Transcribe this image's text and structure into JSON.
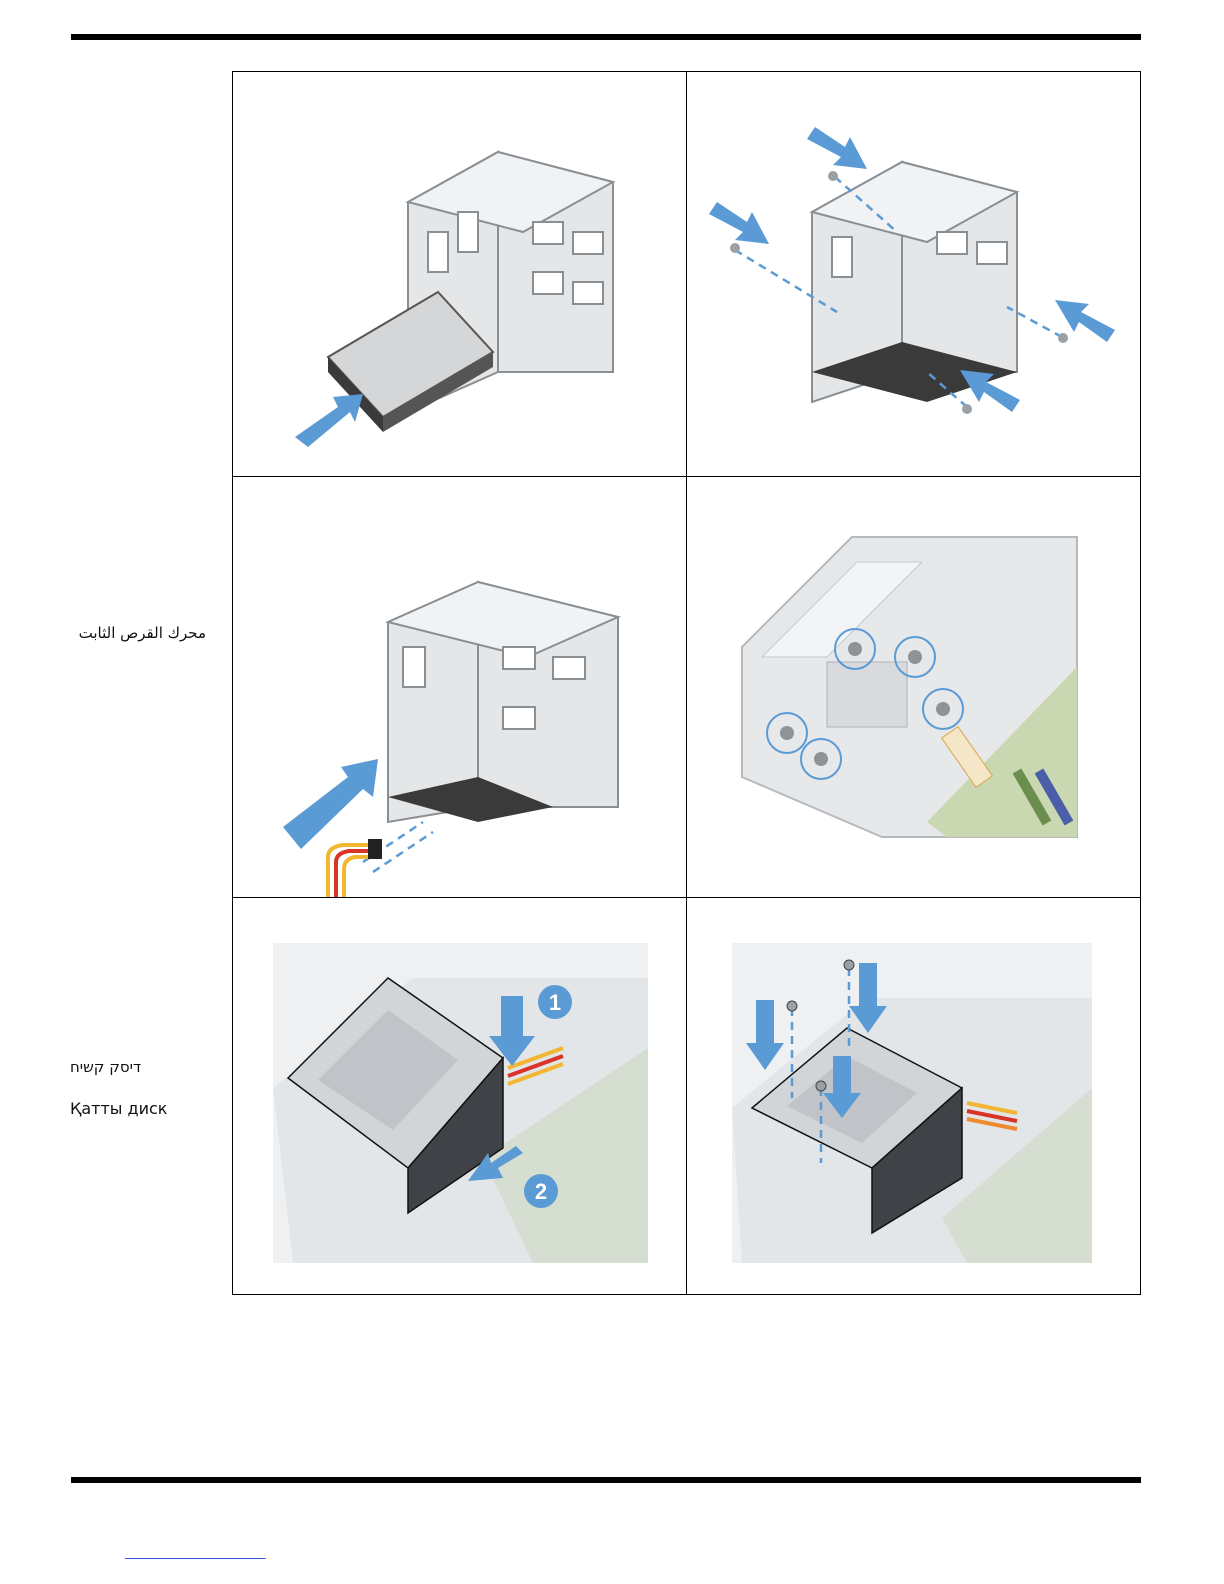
{
  "labels": {
    "arabic": "محرك القرص الثابت",
    "hebrew": "דיסק קשיח",
    "kazakh": "Қатты диск"
  },
  "callouts": {
    "step1": "1",
    "step2": "2"
  },
  "colors": {
    "arrow": "#5b9bd5",
    "metal": "#d9dcdf",
    "metal_edge": "#8a8f94",
    "drive_dark": "#3a3a3a",
    "board_green": "#c9d8b0",
    "cable_yellow": "#f2b632",
    "cable_red": "#d8342a",
    "cable_orange": "#ef8a2e"
  }
}
